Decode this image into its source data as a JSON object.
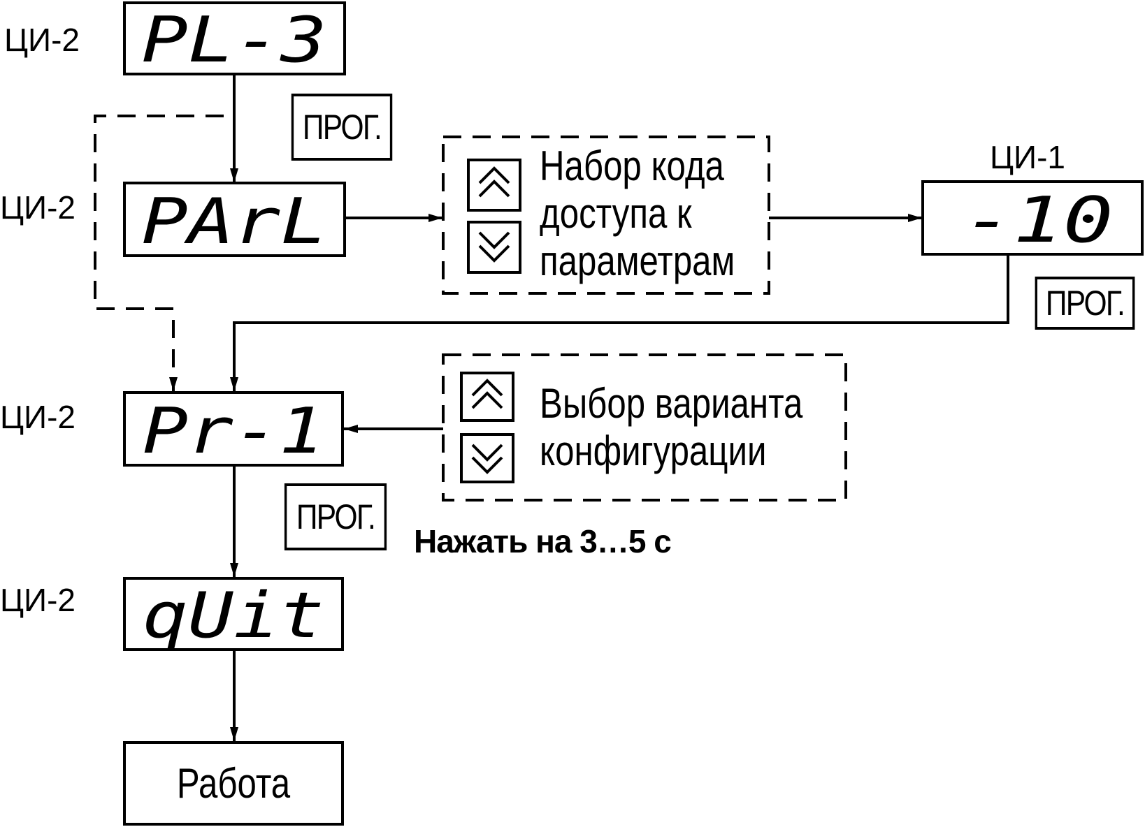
{
  "labels": {
    "ci2": "ЦИ-2",
    "ci1": "ЦИ-1",
    "prog": "ПРОГ.",
    "hold_note": "Нажать на 3…5 с",
    "access_code": [
      "Набор кода",
      "доступа к",
      "параметрам"
    ],
    "config_choice": [
      "Выбор варианта",
      "конфигурации"
    ],
    "work": "Работа"
  },
  "displays": {
    "pl3": "PL-3",
    "parl": "PArL",
    "pr1": "Pr-1",
    "quit": "qUit",
    "minus10": "-10"
  },
  "colors": {
    "line": "#000000",
    "background": "#ffffff"
  }
}
